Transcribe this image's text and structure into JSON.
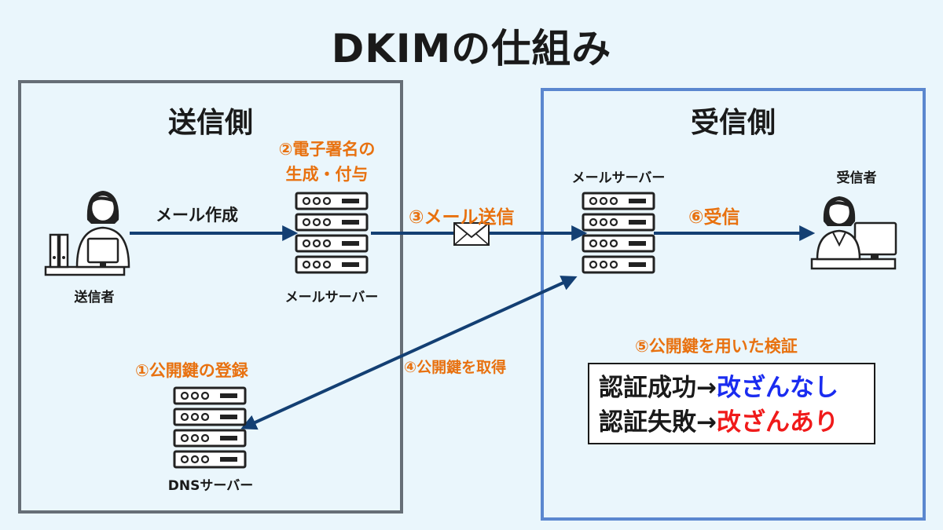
{
  "title": "DKIMの仕組み",
  "sender": {
    "heading": "送信側",
    "person_label": "送信者",
    "mail_creation_label": "メール作成",
    "server_label": "メールサーバー",
    "step2_line1": "②電子署名の",
    "step2_line2": "生成・付与",
    "step1_label": "①公開鍵の登録",
    "dns_label": "DNSサーバー"
  },
  "receiver": {
    "heading": "受信側",
    "server_label": "メールサーバー",
    "person_label": "受信者",
    "step6_label": "⑥受信",
    "step5_label": "⑤公開鍵を用いた検証",
    "result_success_prefix": "認証成功→",
    "result_success_value": "改ざんなし",
    "result_fail_prefix": "認証失敗→",
    "result_fail_value": "改ざんあり"
  },
  "transfer": {
    "step3_label": "③メール送信",
    "step4_label": "④公開鍵を取得"
  },
  "colors": {
    "background": "#eaf6fc",
    "arrow": "#133f73",
    "step_text": "#e8710f",
    "sender_border": "#666e76",
    "receiver_border": "#5b87cf",
    "ok": "#1a2cf0",
    "ng": "#f01a1a"
  }
}
